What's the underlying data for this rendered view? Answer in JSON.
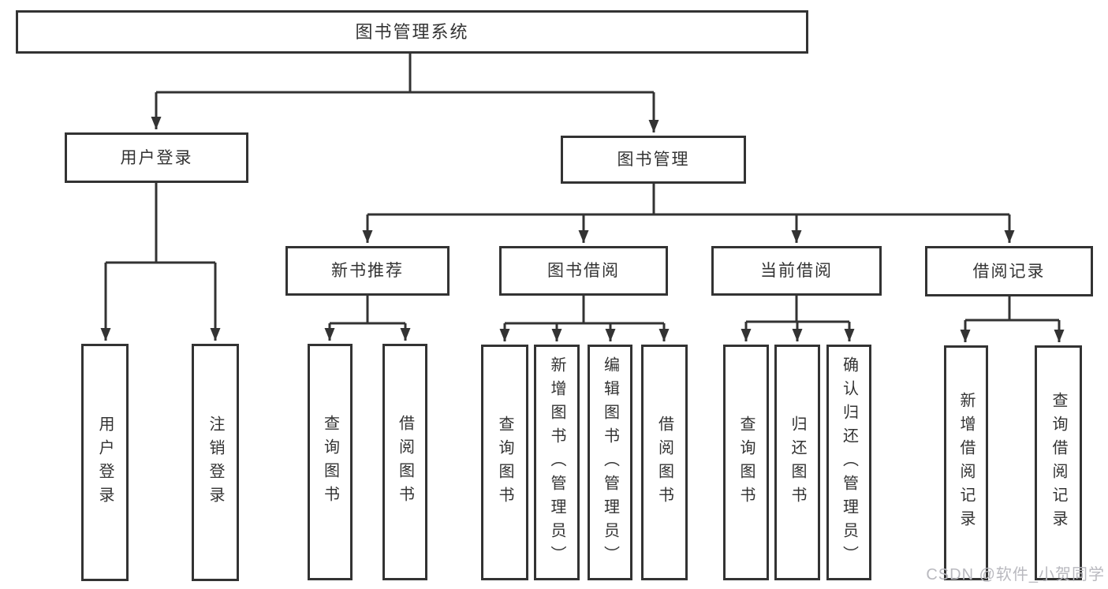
{
  "diagram": {
    "root": {
      "label": "图书管理系统"
    },
    "level1": [
      {
        "label": "用户登录"
      },
      {
        "label": "图书管理"
      }
    ],
    "level2": [
      {
        "label": "新书推荐"
      },
      {
        "label": "图书借阅"
      },
      {
        "label": "当前借阅"
      },
      {
        "label": "借阅记录"
      }
    ],
    "leaves": {
      "user_login": [
        "用户登录",
        "注销登录"
      ],
      "new_book_rec": [
        "查询图书",
        "借阅图书"
      ],
      "book_borrow": [
        "查询图书",
        "新增图书（管理员）",
        "编辑图书（管理员）",
        "借阅图书"
      ],
      "current_borrow": [
        "查询图书",
        "归还图书",
        "确认归还（管理员）"
      ],
      "borrow_records": [
        "新增借阅记录",
        "查询借阅记录"
      ]
    },
    "colors": {
      "line": "#333333",
      "box_border": "#333333",
      "text": "#333333",
      "background": "#ffffff",
      "watermark": "#b9b9bf"
    }
  },
  "watermark": {
    "text": "CSDN @软件_小贺同学"
  }
}
